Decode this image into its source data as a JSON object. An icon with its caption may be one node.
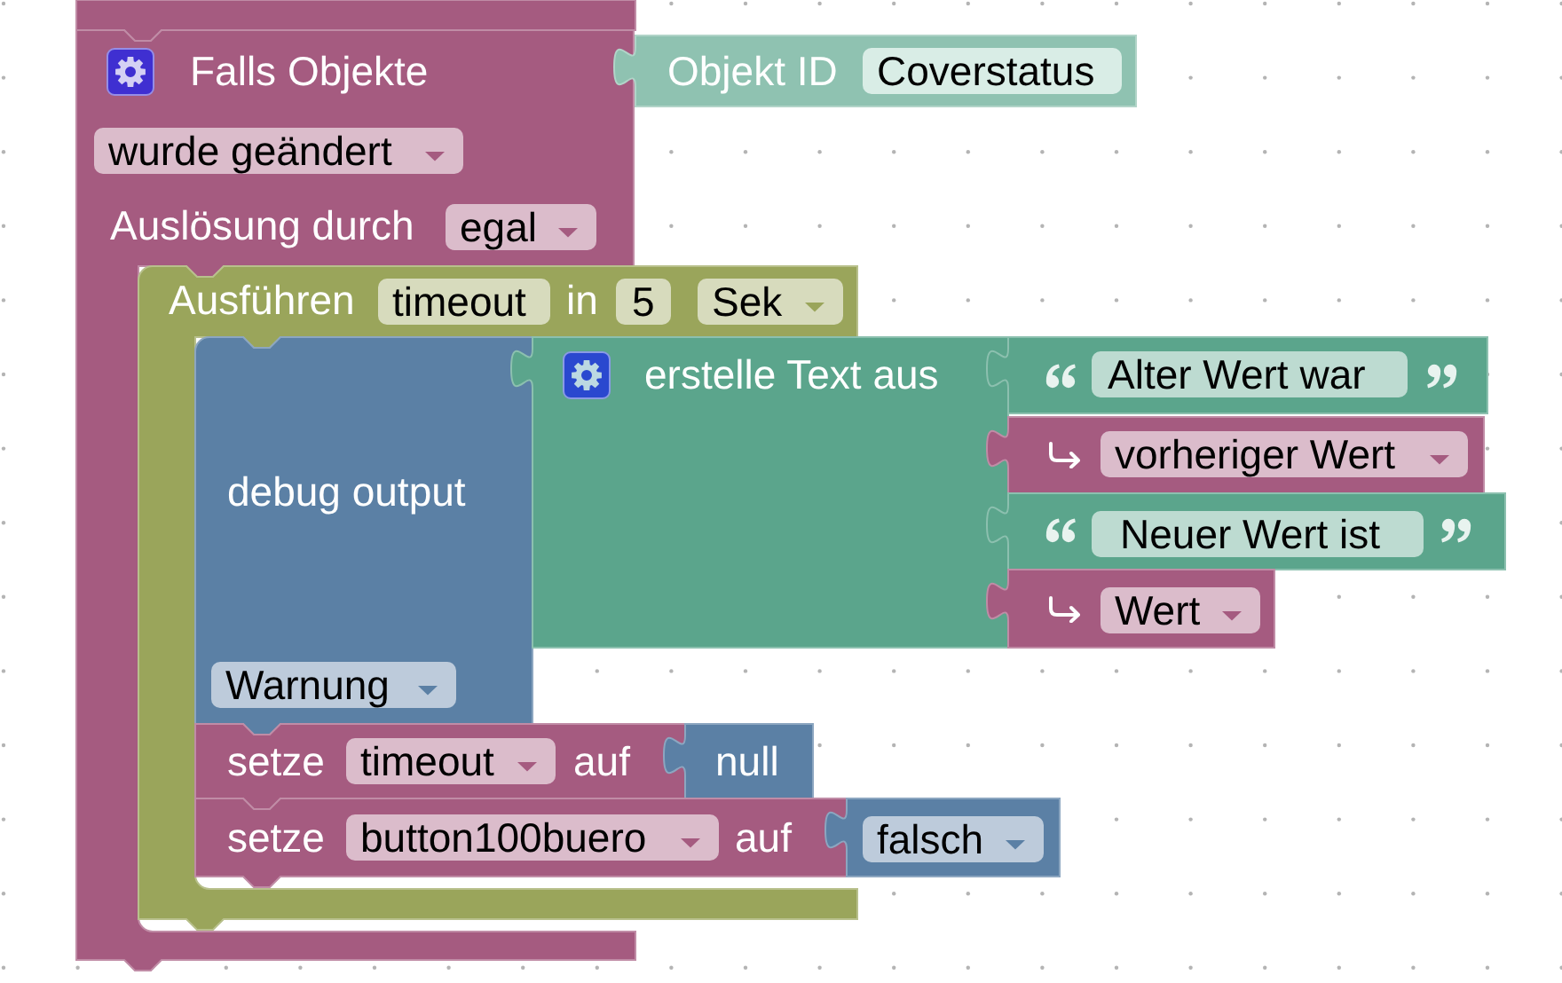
{
  "diagram": {
    "nodes": [
      {
        "text": [],
        "shape": "box"
      },
      {
        "text": [
          "Falls Objekte",
          "Auslösung durch"
        ]
      },
      {
        "text": [
          "Objekt ID"
        ]
      },
      {
        "text": [
          "Coverstatus"
        ],
        "in": 2
      },
      {
        "text": [
          "wurde geändert"
        ],
        "in": 1
      },
      {
        "text": [
          "egal"
        ],
        "in": 1
      },
      {
        "text": [
          "Ausführen",
          "in"
        ]
      },
      {
        "text": [
          "timeout"
        ],
        "in": 6
      },
      {
        "text": [
          "5"
        ],
        "in": 6
      },
      {
        "text": [
          "Sek"
        ],
        "in": 6
      },
      {
        "text": [
          "debug output"
        ],
        "in": 6
      },
      {
        "text": [
          "erstelle Text aus"
        ]
      },
      {
        "text": [],
        "shape": "box"
      },
      {
        "text": [
          "Alter Wert war"
        ],
        "in": 12
      },
      {
        "text": [],
        "shape": "box"
      },
      {
        "text": [
          "vorheriger Wert"
        ],
        "in": 14
      },
      {
        "text": [],
        "shape": "box"
      },
      {
        "text": [
          "Neuer Wert ist"
        ],
        "in": 16
      },
      {
        "text": [],
        "shape": "box"
      },
      {
        "text": [
          "Wert"
        ],
        "in": 18
      },
      {
        "text": [
          "Warnung"
        ],
        "in": 10
      },
      {
        "text": [
          "setze",
          "auf"
        ],
        "in": 6
      },
      {
        "text": [
          "timeout"
        ],
        "in": 21
      },
      {
        "text": [
          "null"
        ],
        "in": 6
      },
      {
        "text": [
          "setze",
          "auf"
        ],
        "in": 6
      },
      {
        "text": [
          "button100buero"
        ],
        "in": 24
      },
      {
        "text": [],
        "shape": "box"
      },
      {
        "text": [
          "falsch"
        ],
        "in": 26
      }
    ]
  }
}
